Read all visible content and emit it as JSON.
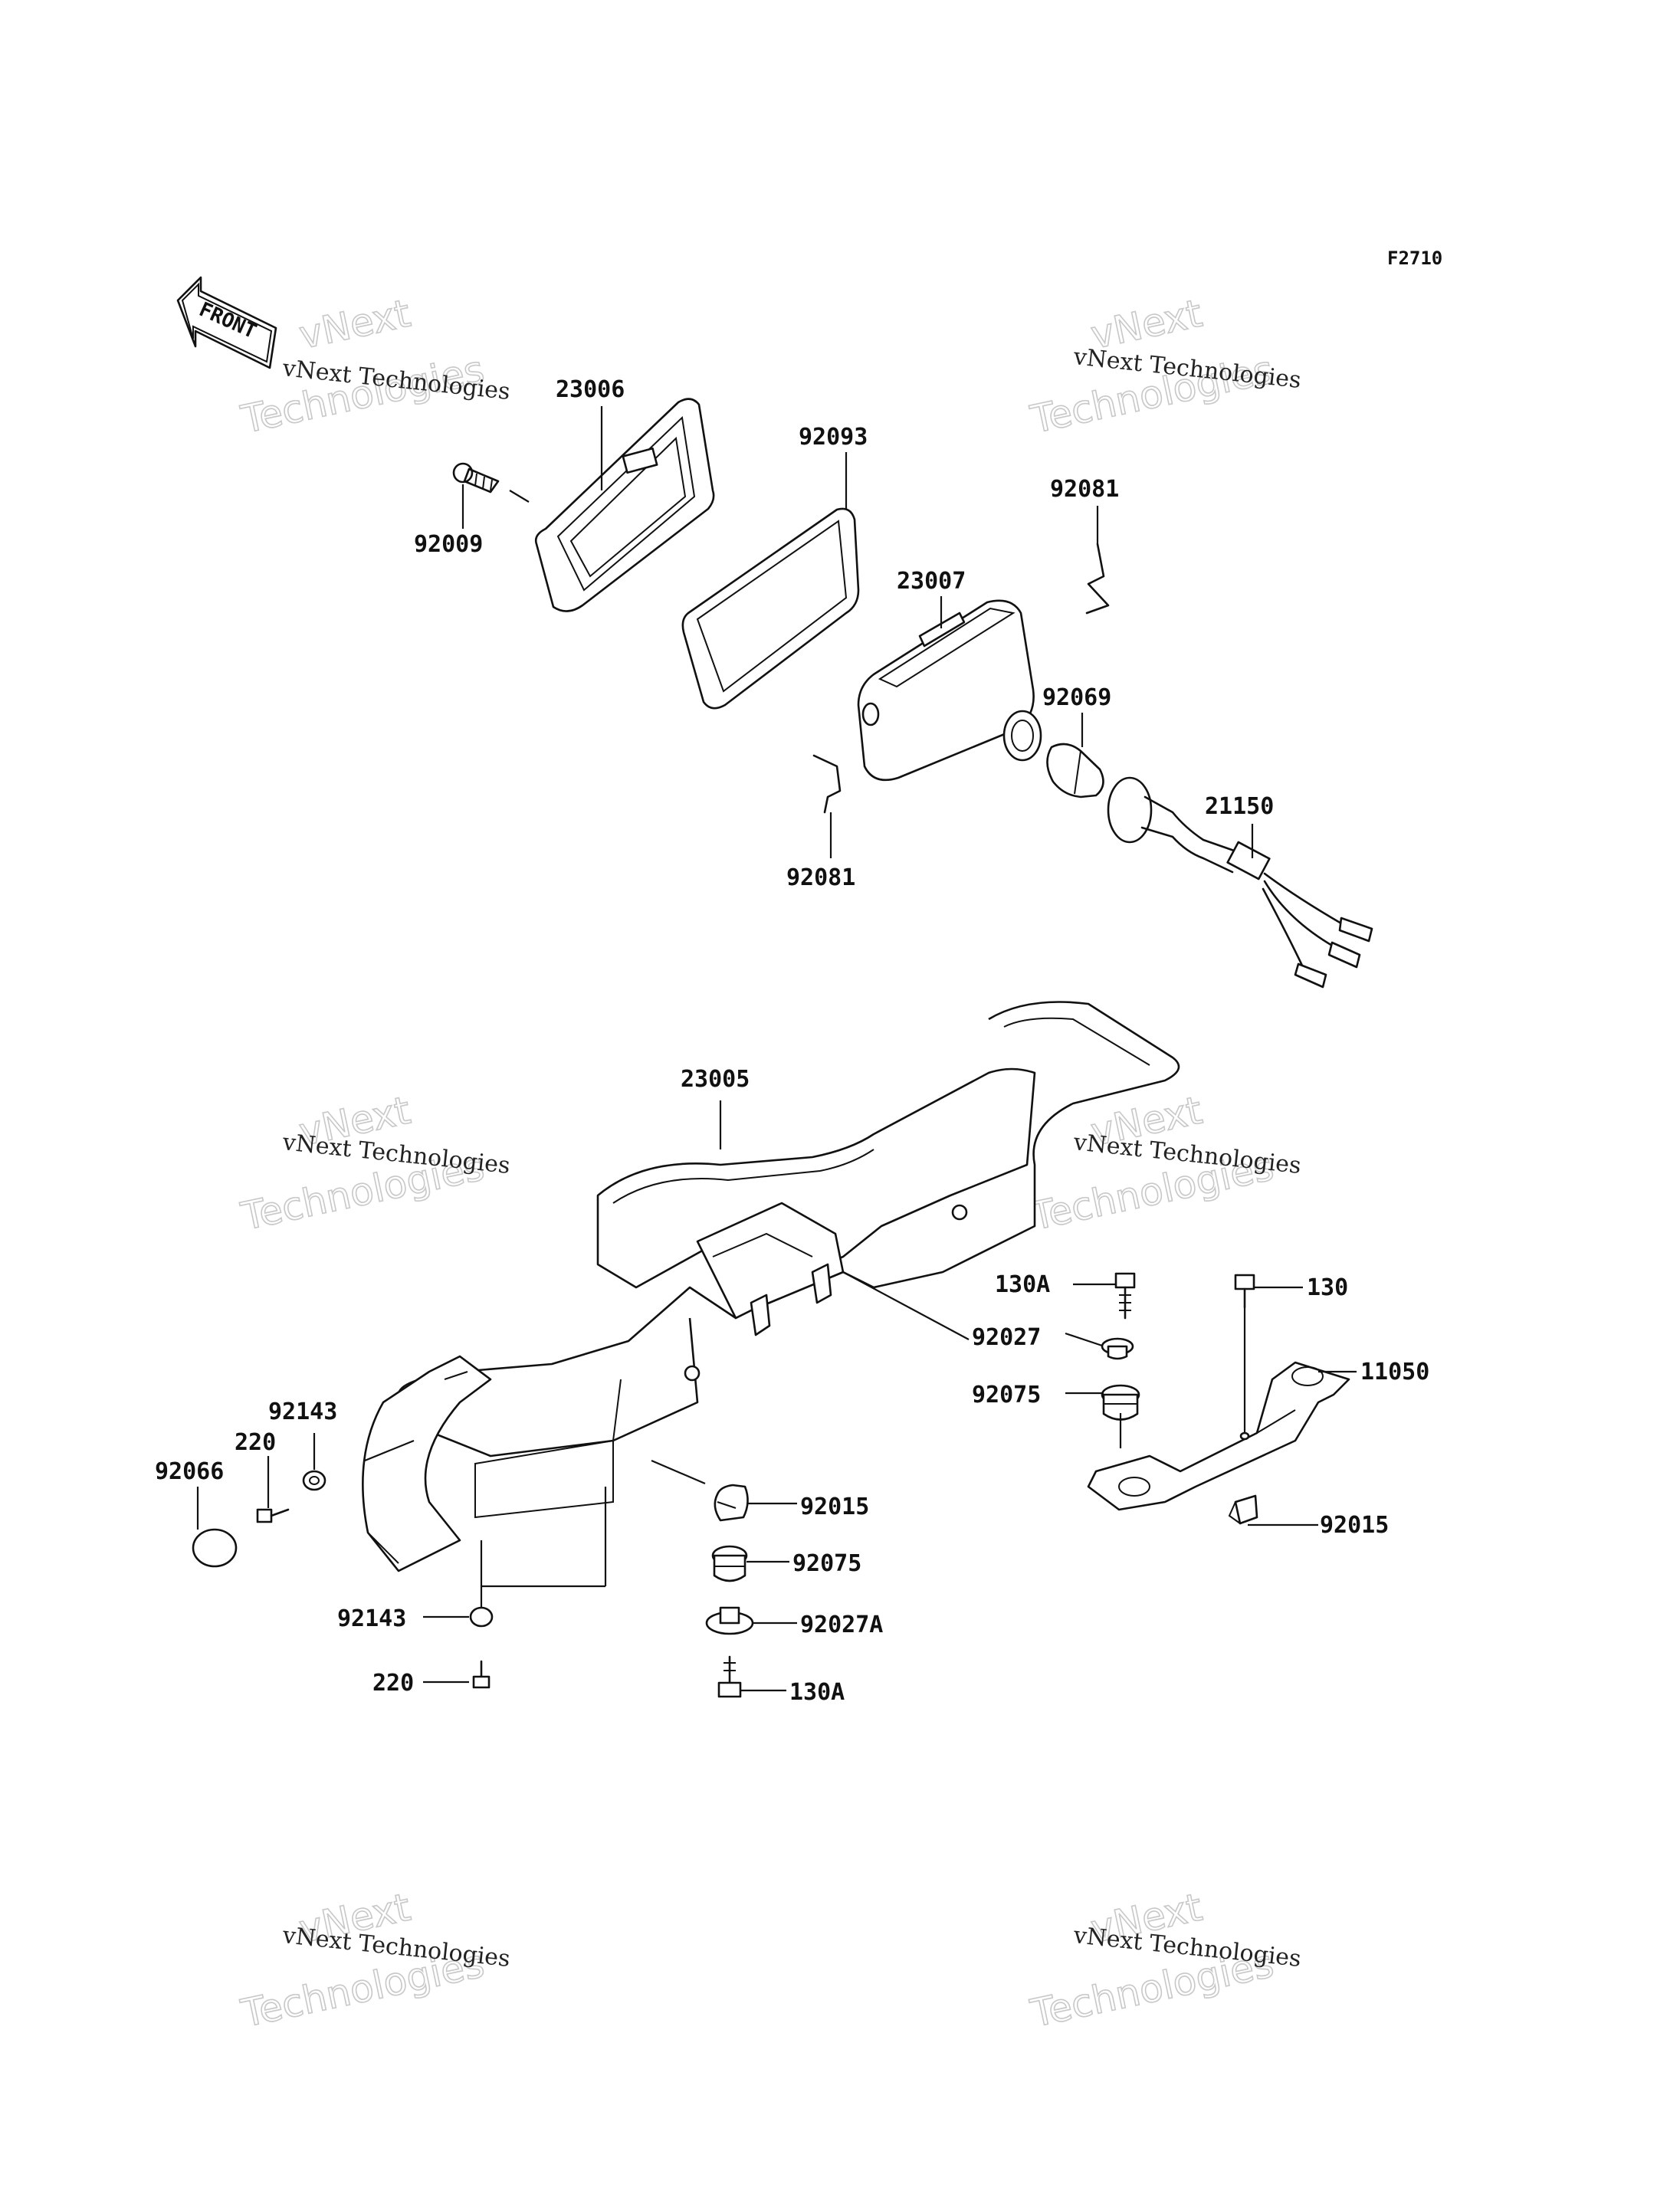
{
  "figure_code": "F2710",
  "front_label": "FRONT",
  "watermarks": [
    {
      "line1": "vNext Technologies",
      "line2": "vNext",
      "line3": "Technologies"
    },
    {
      "line1": "vNext Technologies",
      "line2": "vNext",
      "line3": "Technologies"
    },
    {
      "line1": "vNext Technologies",
      "line2": "vNext",
      "line3": "Technologies"
    },
    {
      "line1": "vNext Technologies",
      "line2": "vNext",
      "line3": "Technologies"
    },
    {
      "line1": "vNext Technologies",
      "line2": "vNext",
      "line3": "Technologies"
    },
    {
      "line1": "vNext Technologies",
      "line2": "vNext",
      "line3": "Technologies"
    }
  ],
  "callouts": {
    "c23006": "23006",
    "c92093": "92093",
    "c92009": "92009",
    "c92081_top": "92081",
    "c23007": "23007",
    "c92069": "92069",
    "c21150": "21150",
    "c92081_bottom": "92081",
    "c23005": "23005",
    "c130A_top": "130A",
    "c92027": "92027",
    "c92075_right": "92075",
    "c130": "130",
    "c11050": "11050",
    "c92015_right": "92015",
    "c92143_left": "92143",
    "c220_left": "220",
    "c92066": "92066",
    "c92015_center": "92015",
    "c92075_center": "92075",
    "c92027A": "92027A",
    "c130A_bottom": "130A",
    "c92143_bottom": "92143",
    "c220_bottom": "220"
  }
}
